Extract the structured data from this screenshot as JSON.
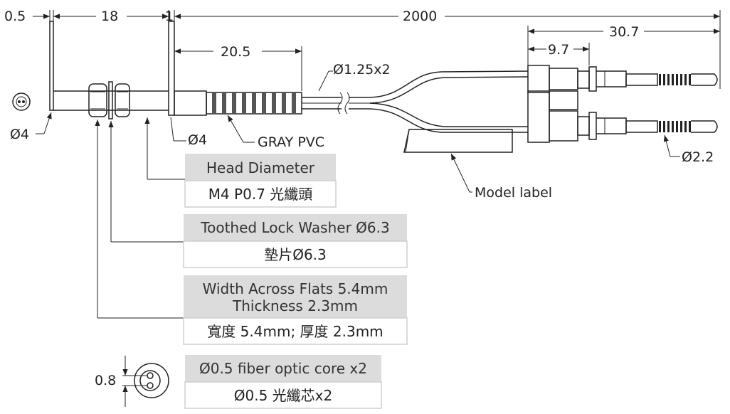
{
  "dimensions": {
    "plate_thickness": "0.5",
    "thread_length": "18",
    "collar_thickness": "1",
    "cable_length": "2000",
    "boot_length": "20.5",
    "cable_diameter": "Ø1.25x2",
    "connector_length": "30.7",
    "connector_body": "9.7",
    "tip_diameter": "Ø4",
    "collar_diameter": "Ø4",
    "plug_diameter": "Ø2.2",
    "core_spacing": "0.8"
  },
  "labels": {
    "cable_material": "GRAY PVC",
    "model_label": "Model label"
  },
  "callouts": [
    {
      "heading": "Head Diameter",
      "detail": "M4 P0.7 光纖頭"
    },
    {
      "heading": "Toothed Lock Washer Ø6.3",
      "detail": "墊片Ø6.3"
    },
    {
      "heading": "Width Across Flats 5.4mm",
      "heading2": "Thickness 2.3mm",
      "detail": "寬度 5.4mm; 厚度 2.3mm"
    },
    {
      "heading": "Ø0.5 fiber optic core x2",
      "detail": "Ø0.5 光纖芯x2"
    }
  ],
  "colors": {
    "callout_header_bg": "#dcdcdc",
    "line": "#222222"
  }
}
